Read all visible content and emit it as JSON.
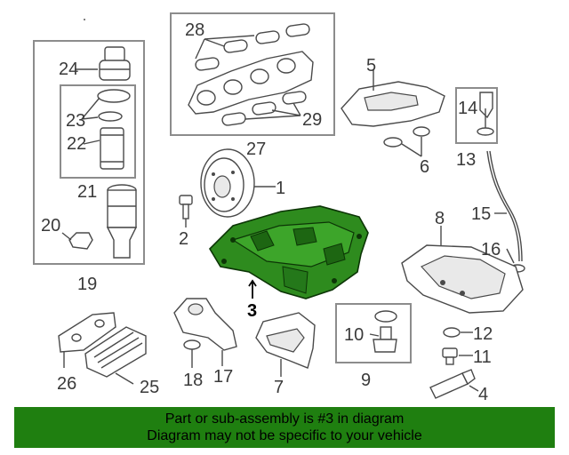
{
  "callouts": {
    "c1": "1",
    "c2": "2",
    "c3": "3",
    "c4": "4",
    "c5": "5",
    "c6": "6",
    "c7": "7",
    "c8": "8",
    "c9": "9",
    "c10": "10",
    "c11": "11",
    "c12": "12",
    "c13": "13",
    "c14": "14",
    "c15": "15",
    "c16": "16",
    "c17": "17",
    "c18": "18",
    "c19": "19",
    "c20": "20",
    "c21": "21",
    "c22": "22",
    "c23": "23",
    "c24": "24",
    "c25": "25",
    "c26": "26",
    "c27": "27",
    "c28": "28",
    "c29": "29"
  },
  "banner": {
    "line1": "Part or sub-assembly is #3 in diagram",
    "line2": "Diagram may not be specific to your vehicle"
  },
  "colors": {
    "highlight": "#2e8b1e",
    "banner": "#1f7f10"
  }
}
